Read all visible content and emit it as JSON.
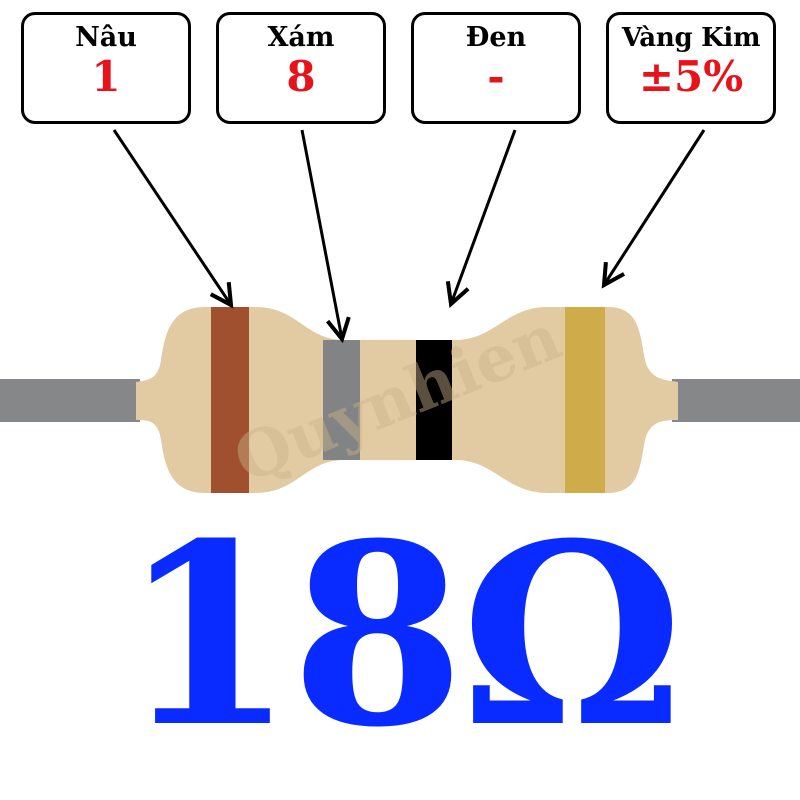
{
  "bands": [
    {
      "color_name": "Nâu",
      "value": "1",
      "color": "#a0502e"
    },
    {
      "color_name": "Xám",
      "value": "8",
      "color": "#828384"
    },
    {
      "color_name": "Đen",
      "value": "-",
      "color": "#000000"
    },
    {
      "color_name": "Vàng Kim",
      "value": "±5%",
      "color": "#cfac4a"
    }
  ],
  "watermark": "Quynhien",
  "resistance": "18Ω",
  "colors": {
    "body": "#e2cba2",
    "lead": "#858789",
    "value_text": "#e8121a",
    "resistance_text": "#0a2bff"
  }
}
